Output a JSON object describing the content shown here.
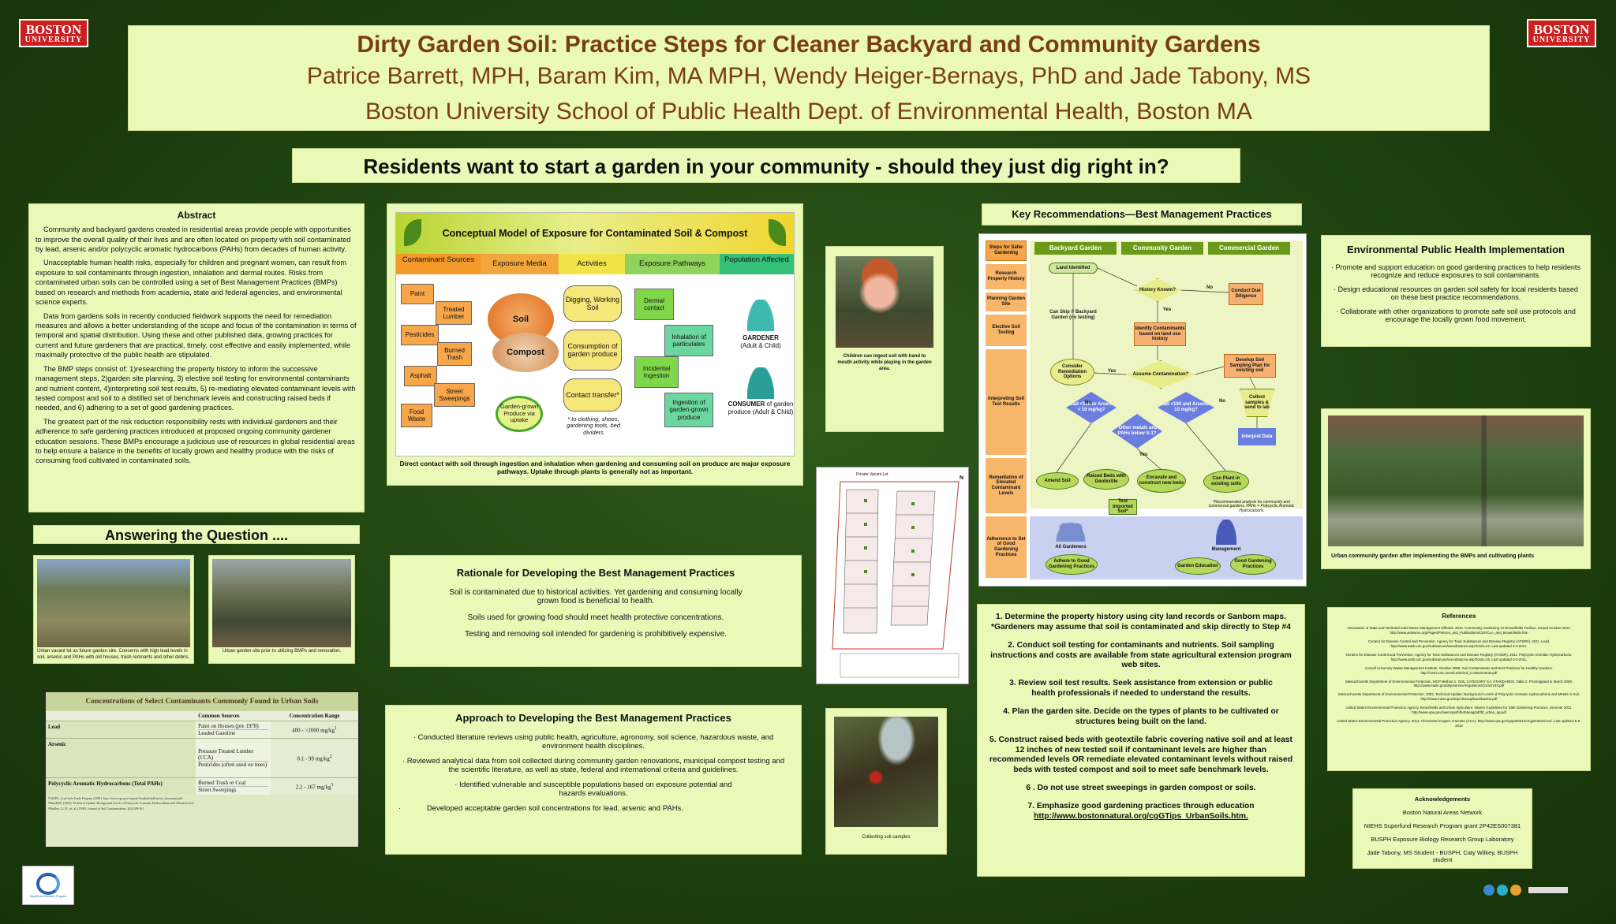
{
  "logo": {
    "line1": "BOSTON",
    "line2": "UNIVERSITY"
  },
  "header": {
    "title": "Dirty Garden Soil: Practice Steps for Cleaner Backyard and Community Gardens",
    "authors": "Patrice Barrett, MPH, Baram Kim, MA MPH, Wendy Heiger-Bernays, PhD and Jade Tabony, MS",
    "affiliation": "Boston University School of Public Health Dept. of Environmental Health,  Boston MA"
  },
  "question": "Residents want to start a garden in your community - should they just dig right in?",
  "abstract": {
    "title": "Abstract",
    "p1": "Community and backyard gardens created in residential areas provide people with opportunities to improve the overall quality of their lives and are often located on property with soil contaminated by lead, arsenic and/or polycyclic aromatic hydrocarbons (PAHs) from decades of human activity.",
    "p2": "Unacceptable human health risks, especially for children and pregnant women, can result from exposure to soil contaminants through ingestion, inhalation and dermal routes. Risks from contaminated urban soils can be controlled using a set of Best Management Practices (BMPs) based on research and methods from academia,  state and federal agencies, and environmental science experts.",
    "p3": "Data from gardens soils in recently conducted fieldwork supports the need for remediation measures and allows a better understanding of the scope and focus of the contamination in terms of temporal and spatial distribution. Using these and other published data, growing practices for current and future gardeners that are practical, timely, cost effective and easily implemented, while maximally protective of the public health are stipulated.",
    "p4": "The BMP steps consist of:  1)researching the property history to inform the successive management steps, 2)garden site planning, 3) elective soil testing for environmental contaminants and nutrient content, 4)interpreting soil test results, 5) re-mediating elevated contaminant levels with tested compost and soil to a distilled set of benchmark levels and constructing raised beds if needed, and 6) adhering to a set of good gardening practices.",
    "p5": "The greatest part of the risk reduction responsibility rests with individual gardeners and their adherence to  safe gardening practices introduced at proposed ongoing community gardener education sessions. These BMPs encourage a judicious use of resources in global residential areas to help ensure a balance in the benefits of locally grown and healthy produce with the risks of consuming food cultivated in contaminated soils."
  },
  "answering": {
    "title": "Answering the Question ....",
    "cap1": "Urban vacant lot as future garden site. Concerns with high lead levels in soil, arsenic and PAHs  with old houses, trash remnants and other debris.",
    "cap2": "Urban garden site prior  to utilizing BMPs and renovation."
  },
  "conc_table": {
    "title": "Concentrations of Select Contaminants Commonly Found in Urban Soils",
    "headers": [
      "Common Sources",
      "Concentration Range"
    ],
    "rows": [
      {
        "name": "Lead",
        "sources": [
          "Paint on Houses (pre 1978)",
          "Leaded Gasoline"
        ],
        "range": "400 - >2000 mg/kg",
        "sup": "1"
      },
      {
        "name": "Arsenic",
        "sources": [
          "Pressure Treated Lumber (CCA)",
          "Pesticides (often used on trees)"
        ],
        "range": "0.1 - 99 mg/kg",
        "sup": "2"
      },
      {
        "name": "Polycyclic Aromatic Hydrocarbons (Total PAHs)",
        "sources": [
          "Burned Trash or Coal",
          "Street Sweepings"
        ],
        "range": "2.2 - 167 mg/kg",
        "sup": "3"
      }
    ],
    "notes": [
      "¹USEPA, Lead Safe Yards Program (2001). http://www.epa.gov/region1/leadsafe/pdf/entire_document.pdf",
      "²MassDEP, (2002). Technical Update: Background Levels of Polycyclic Aromatic Hydrocarbons and Metals in Soil",
      "³Bradley, L.J.N., et. al. (1994). Journal of Soil Contamination, 3(4):349-361"
    ]
  },
  "model": {
    "title": "Conceptual Model of Exposure for Contaminated Soil & Compost",
    "columns": [
      "Contaminant Sources",
      "Exposure Media",
      "Activities",
      "Exposure Pathways",
      "Population Affected"
    ],
    "sources": [
      "Paint",
      "Treated Lumber",
      "Pesticides",
      "Burned Trash",
      "Asphalt",
      "Street Sweepings",
      "Food Waste"
    ],
    "media": [
      "Soil",
      "Compost",
      "Garden-grown Produce via uptake"
    ],
    "activities": [
      "Digging, Working Soil",
      "Consumption of garden produce",
      "Contact transfer*"
    ],
    "activities_note": "* to clothing, shoes, gardening tools, bed dividers",
    "pathways": [
      "Dermal contact",
      "Inhalation of particulates",
      "Incidental Ingestion",
      "Ingestion of garden-grown produce"
    ],
    "pop": [
      {
        "label": "GARDENER",
        "sub": "(Adult & Child)"
      },
      {
        "label": "CONSUMER",
        "sub": "of garden produce (Adult & Child)"
      }
    ],
    "caption": "Direct contact with soil through ingestion and inhalation when gardening and consuming soil on produce are major exposure pathways. Uptake through plants is generally not as important."
  },
  "child_photo": {
    "caption": "Children can ingest soil with hand to mouth activity  while  playing in the garden area."
  },
  "map_legend": {
    "north": "N",
    "top_label": "Private Vacant Lot"
  },
  "soil_photo": {
    "caption": "Collecting soil samples"
  },
  "rationale": {
    "title": "Rationale for Developing the Best Management Practices",
    "p1": "Soil is contaminated due to historical activities. Yet gardening and consuming locally grown food is beneficial to health.",
    "p2": "Soils used for growing food should meet health protective concentrations.",
    "p3": "Testing and removing soil intended for gardening is prohibitively expensive."
  },
  "approach": {
    "title": "Approach to Developing the Best Management Practices",
    "items": [
      "Conducted literature reviews using public health, agriculture, agronomy, soil science, hazardous waste, and environment health disciplines.",
      "Reviewed analytical data from soil collected during community garden renovations, municipal compost testing and the scientific literature, as well as state, federal and international criteria and guidelines.",
      "Identified vulnerable and susceptible populations based on exposure potential and hazards evaluations.",
      "Developed acceptable garden soil concentrations for lead, arsenic and PAHs."
    ]
  },
  "keyrec": {
    "title": "Key Recommendations—Best Management Practices",
    "col_heads": [
      "Steps for Safer Gardening",
      "Backyard Garden",
      "Community Garden",
      "Commercial Garden"
    ],
    "rows": [
      "Research Property History",
      "Planning Garden Site",
      "Elective Soil Testing",
      "Interpreting Soil Test Results",
      "Remediation of Elevated Contaminant Levels",
      "Adherence to Set of Good Gardening Practices"
    ],
    "nodes": [
      "Land Identified",
      "History Known?",
      "Conduct Due Diligence",
      "Can Skip if Backyard Garden (no testing)",
      "Identify Contaminants based on land use history",
      "Consider Remediation Options",
      "Assume Contamination?",
      "Develop Soil Sampling Plan for existing soil",
      "Lead <100 or Arsenic < 10 mg/kg?",
      "Lead <100 and Arsenic < 10 mg/kg?",
      "*Other metals and PAHs below S-1?",
      "Collect samples & send to lab",
      "Interpret Data",
      "Amend Soil",
      "Raised Beds with Geotextile",
      "Excavate and construct new beds",
      "Can Plant in existing soils",
      "Test Imported Soil*",
      "All Gardeners",
      "Adhere to Good Gardening Practices",
      "Garden Education",
      "Good Gardening Practices",
      "Management"
    ],
    "yes": "Yes",
    "no": "No",
    "note": "*Recommended analysis for community and commercial gardens. PAHs = Polycyclic Aromatic Hydrocarbons"
  },
  "steps": [
    {
      "text": "1.  Determine the property history using city land records or Sanborn  maps.  *Gardeners may assume that soil is contaminated and skip directly to Step #4"
    },
    {
      "text": "2. Conduct soil testing for contaminants and nutrients. Soil  sampling instructions and costs are available from state agricultural extension program web sites."
    },
    {
      "text": "3. Review soil test results. Seek assistance from extension or public health professionals if needed to understand the results."
    },
    {
      "text": "4. Plan the garden site. Decide on the types of plants to be cultivated or structures being built on the land."
    },
    {
      "text": "5. Construct raised beds with geotextile fabric covering native soil and at least 12 inches of new tested soil if contaminant levels are higher than recommended levels  OR remediate elevated contaminant levels without raised beds with tested compost and soil to meet safe benchmark levels."
    },
    {
      "text": "6 . Do not use street sweepings in garden compost or soils."
    },
    {
      "text": "7. Emphasize good gardening practices through education"
    }
  ],
  "steps_link": "http://www.bostonnatural.org/cgGTips_UrbanSoils.htm.",
  "ephi": {
    "title": "Environmental Public Health Implementation",
    "items": [
      "Promote and support education on good gardening practices to help residents  recognize and reduce exposures to  soil contaminants.",
      "Design educational resources on garden soil safety for local residents based on  these best practice recommendations.",
      "Collaborate with other organizations  to promote safe soil use protocols and encourage the locally grown food movement."
    ]
  },
  "garden_photo": {
    "caption": "Urban community garden after implementing the BMPs and cultivating plants"
  },
  "references": {
    "title": "References",
    "items": [
      "Association of State and Territorial Solid Waste Management Officials. 2012. Community Gardening on Brownfields Toolbox. Issued October 2012. http://www.astswmo.org/Pages/Policies_and_Publications/CERCLA_and_Brownfields.htm",
      "Centers for Disease Control and Prevention. Agency for Toxic Substances and Disease Registry (ATSDR). 2011. Lead. http://www.atsdr.cdc.gov/substances/toxsubstance.asp?toxid=22. Last updated 3-3-2011.",
      "Centers for Disease Control and Prevention. Agency for Toxic Substances and Disease Registry (ATSDR). 2011. Polycyclic Aromatic Hydrocarbons. http://www.atsdr.cdc.gov/substances/toxsubstance.asp?toxid=25. Last updated 3-3-2011.",
      "Cornell University Waste Management Institute. October 2009. Soil Contaminants and Best Practices for Healthy Gardens. http://cwmi.css.cornell.edu/Soil_Contaminants.pdf",
      "Massachusetts Department of Environmental Protection. MCP Method 1: SOIL CATEGORY S-1 STANDARDS. Table 2. Promulgated in March 2008. http://www.mass.gov/dep/service/regulations/310cmr40.pdf",
      "Massachusetts Department of Environmental Protection. 2002. Technical Update: Background Levels of Polycyclic Aromatic Hydrocarbons and Metals in Soil. http://www.mass.gov/dep/cleanup/laws/backtu.pdf",
      "United States Environmental Protection Agency. Brownfields and Urban Agriculture: Interim Guidelines for Safe Gardening Practices. Summer 2011. http://www.epa.gov/swerosps/bf/urbanag/pdf/bf_urban_ag.pdf",
      "United States Environmental Protection Agency. 2012. Chromated Copper Arsenate (CCA). http://www.epa.gov/oppad001/reregistration/cca/. Last updated 5-9-2012"
    ]
  },
  "ack": {
    "title": "Acknowledgements",
    "items": [
      "Boston Natural Areas Network",
      "NIEHS Superfund Research Program grant 2P42ES007381",
      "BUSPH Exposure Biology Research Group Laboratory",
      "Jade Tabony, MS Student - BUSPH, Caty Wilkey, BUSPH student"
    ]
  },
  "srp_logo": {
    "text": "Superfund Research Program"
  },
  "colors": {
    "panel": "#eaf8b8",
    "background": "#1f4210",
    "title": "#7a3d12",
    "accent": "#cc1f1f"
  }
}
